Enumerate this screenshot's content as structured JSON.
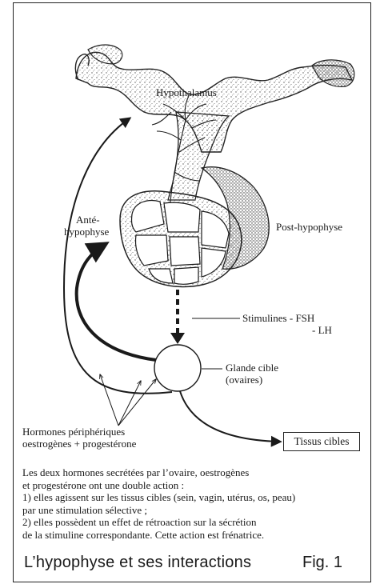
{
  "labels": {
    "hypothalamus": "Hypothalamus",
    "ante_line1": "Anté-",
    "ante_line2": "hypophyse",
    "post_hypophyse": "Post-hypophyse",
    "stimulines_line1": "Stimulines - FSH",
    "stimulines_line2": "- LH",
    "glande_line1": "Glande cible",
    "glande_line2": "(ovaires)",
    "hormones_line1": "Hormones périphériques",
    "hormones_line2": "oestrogènes + progestérone",
    "tissus_cibles": "Tissus cibles"
  },
  "caption": {
    "line1": "Les deux hormones secrétées par l’ovaire, oestrogènes",
    "line2": "et progestérone ont une double action :",
    "line3": "1) elles agissent sur les tissus cibles (sein, vagin, utérus, os, peau)",
    "line4": "par une stimulation sélective ;",
    "line5": "2) elles possèdent un effet de rétroaction sur la sécrétion",
    "line6": "de la stimuline correspondante. Cette action est frénatrice."
  },
  "footer": {
    "title": "L’hypophyse et ses interactions",
    "figure_number": "Fig. 1"
  },
  "colors": {
    "ink": "#1a1a1a",
    "stipple": "#6b6b6b",
    "background": "#ffffff"
  }
}
